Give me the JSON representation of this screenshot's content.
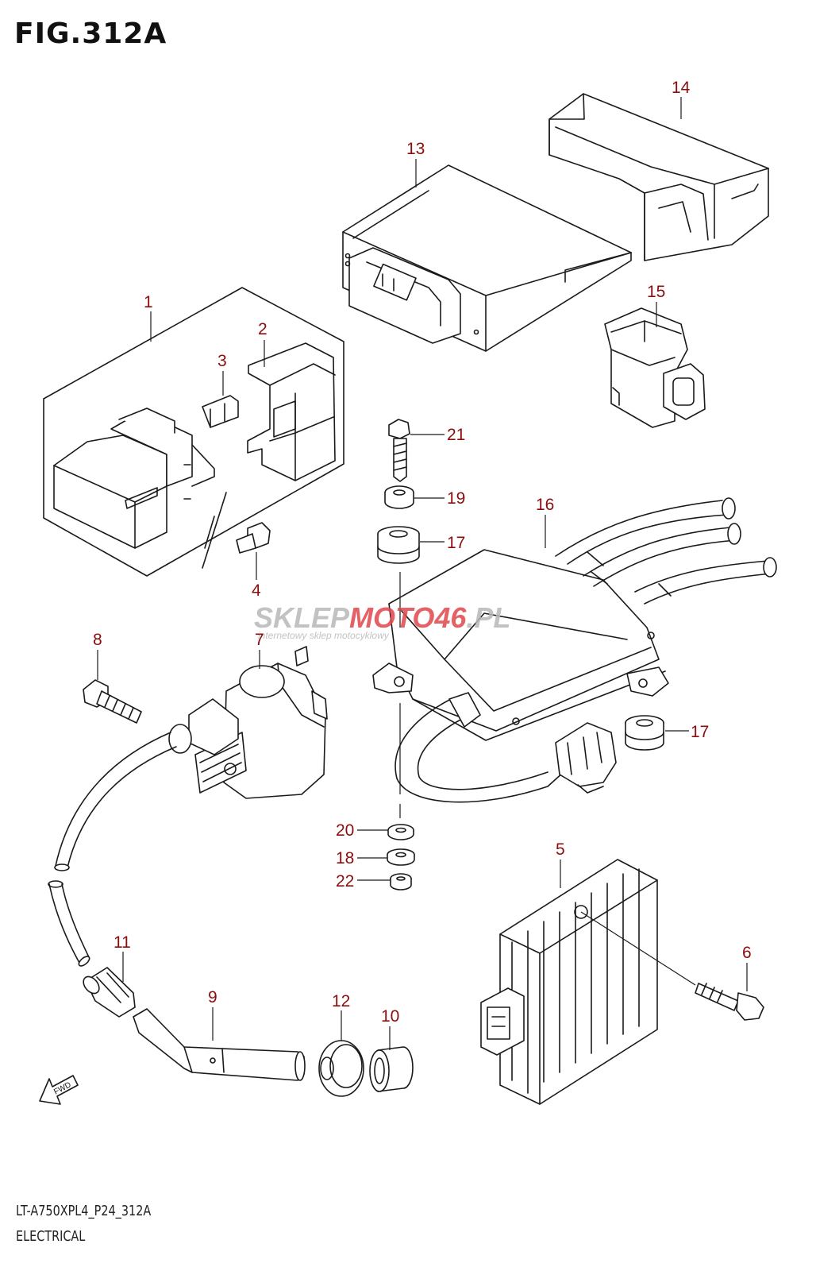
{
  "figure": {
    "title": "FIG.312A",
    "code": "LT-A750XPL4_P24_312A",
    "name": "ELECTRICAL"
  },
  "fwd_label": "FWD",
  "watermark": {
    "text_a": "SKLEP",
    "text_b": "MOTO",
    "text_c": "46",
    "text_d": ".PL",
    "tagline": "internetowy sklep motocyklowy"
  },
  "callouts": [
    "1",
    "2",
    "3",
    "4",
    "5",
    "6",
    "7",
    "8",
    "9",
    "10",
    "11",
    "12",
    "13",
    "14",
    "15",
    "16",
    "17",
    "17",
    "18",
    "19",
    "20",
    "21",
    "22"
  ],
  "colors": {
    "callout": "#8b0d0d",
    "watermark_red": "#e0474c",
    "watermark_gray": "#b8b8b8"
  }
}
